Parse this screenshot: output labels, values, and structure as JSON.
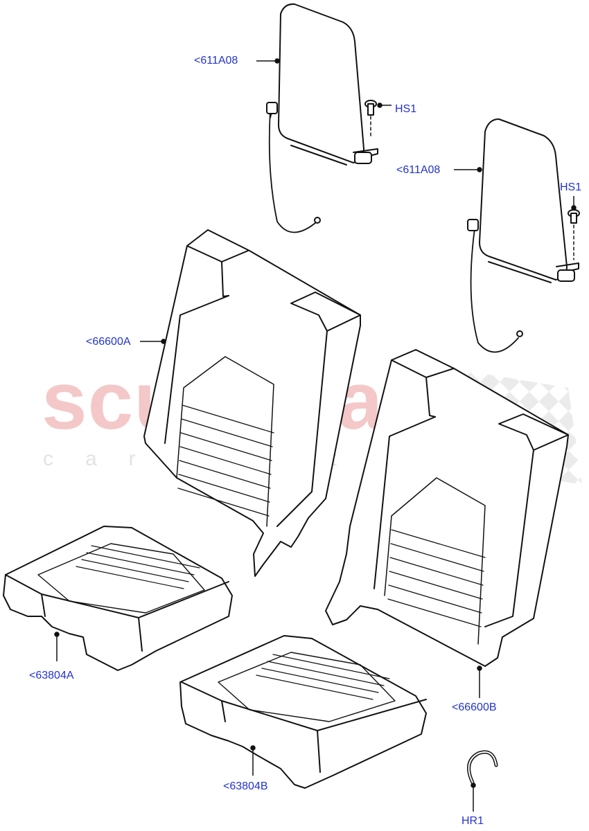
{
  "watermark": {
    "brand": "scuderia",
    "sub": "car parts",
    "brand_color": "#f4c8c8"
  },
  "callouts": {
    "headrest_left": "<611A08",
    "headrest_right": "<611A08",
    "screw_left": "HS1",
    "screw_right": "HS1",
    "backrest_left": "<66600A",
    "backrest_right": "<66600B",
    "cushion_left": "<63804A",
    "cushion_right": "<63804B",
    "ring": "HR1"
  },
  "label_color": "#2233cc"
}
